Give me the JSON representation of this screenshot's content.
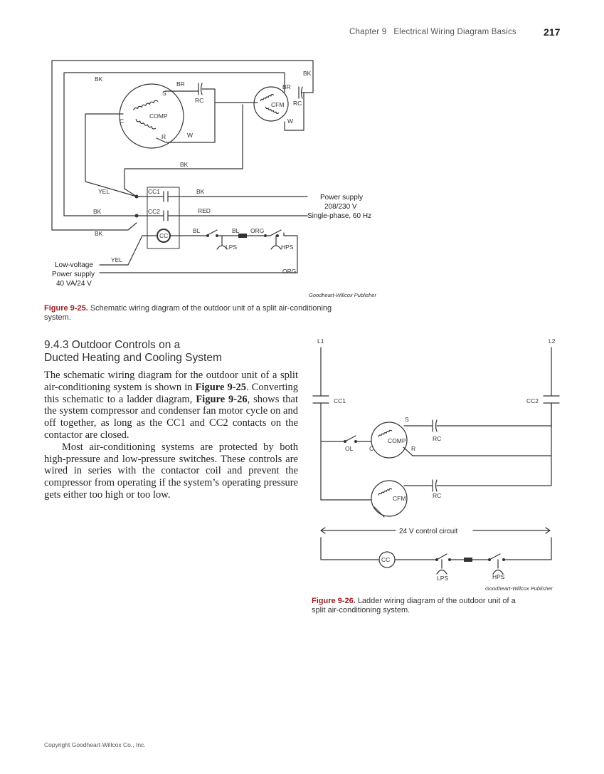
{
  "header": {
    "chapter": "Chapter 9",
    "title": "Electrical Wiring Diagram Basics",
    "page_number": "217"
  },
  "figure_25": {
    "labels": {
      "bk_1": "BK",
      "br_1": "BR",
      "s": "S",
      "rc_1": "RC",
      "c": "C",
      "comp": "COMP",
      "r": "R",
      "w_1": "W",
      "bk_2": "BK",
      "br_2": "BR",
      "cfm": "CFM",
      "rc_2": "RC",
      "w_2": "W",
      "bk_3": "BK",
      "yel_1": "YEL",
      "cc1": "CC1",
      "bk_4": "BK",
      "bk_5": "BK",
      "cc2": "CC2",
      "red": "RED",
      "bk_6": "BK",
      "cc": "CC",
      "bl_1": "BL",
      "bl_2": "BL",
      "org_1": "ORG",
      "lps": "LPS",
      "hps": "HPS",
      "yel_2": "YEL",
      "org_2": "ORG",
      "power_1": "Power supply",
      "power_2": "208/230 V",
      "power_3": "Single-phase, 60 Hz",
      "lv_1": "Low-voltage",
      "lv_2": "Power supply",
      "lv_3": "40 VA/24 V"
    },
    "credit": "Goodheart-Willcox Publisher",
    "caption_label": "Figure 9-25.",
    "caption_line1": "Schematic wiring diagram of the outdoor unit of a split air-conditioning",
    "caption_line2": "system."
  },
  "section": {
    "heading_line1": "9.4.3 Outdoor Controls on a",
    "heading_line2": "Ducted Heating and Cooling System",
    "p1_a": "The schematic wiring diagram for the outdoor unit of a split air-conditioning system is shown in",
    "p1_ref1": "Figure 9-25",
    "p1_b": ". Converting this schematic to a ladder diagram,",
    "p1_ref2": "Figure 9-26",
    "p1_c": ", shows that the system compressor and condenser fan motor cycle on and off together, as long as the CC1 and CC2 contacts on the contactor are closed.",
    "p2": "Most air-conditioning systems are protected by both high-pressure and low-pressure switches. These controls are wired in series with the contactor coil and prevent the compressor from operating if the system’s operating pressure gets either too high or too low."
  },
  "figure_26": {
    "labels": {
      "l1": "L1",
      "l2": "L2",
      "cc1": "CC1",
      "cc2": "CC2",
      "s": "S",
      "rc_1": "RC",
      "ol": "OL",
      "c": "C",
      "comp": "COMP",
      "r": "R",
      "cfm": "CFM",
      "rc_2": "RC",
      "control": "24 V control circuit",
      "cc": "CC",
      "lps": "LPS",
      "hps": "HPS"
    },
    "credit": "Goodheart-Willcox Publisher",
    "caption_label": "Figure 9-26.",
    "caption_line1": "Ladder wiring diagram of the outdoor unit of a",
    "caption_line2": "split air-conditioning system."
  },
  "footer": {
    "copyright": "Copyright Goodheart-Willcox Co., Inc."
  }
}
